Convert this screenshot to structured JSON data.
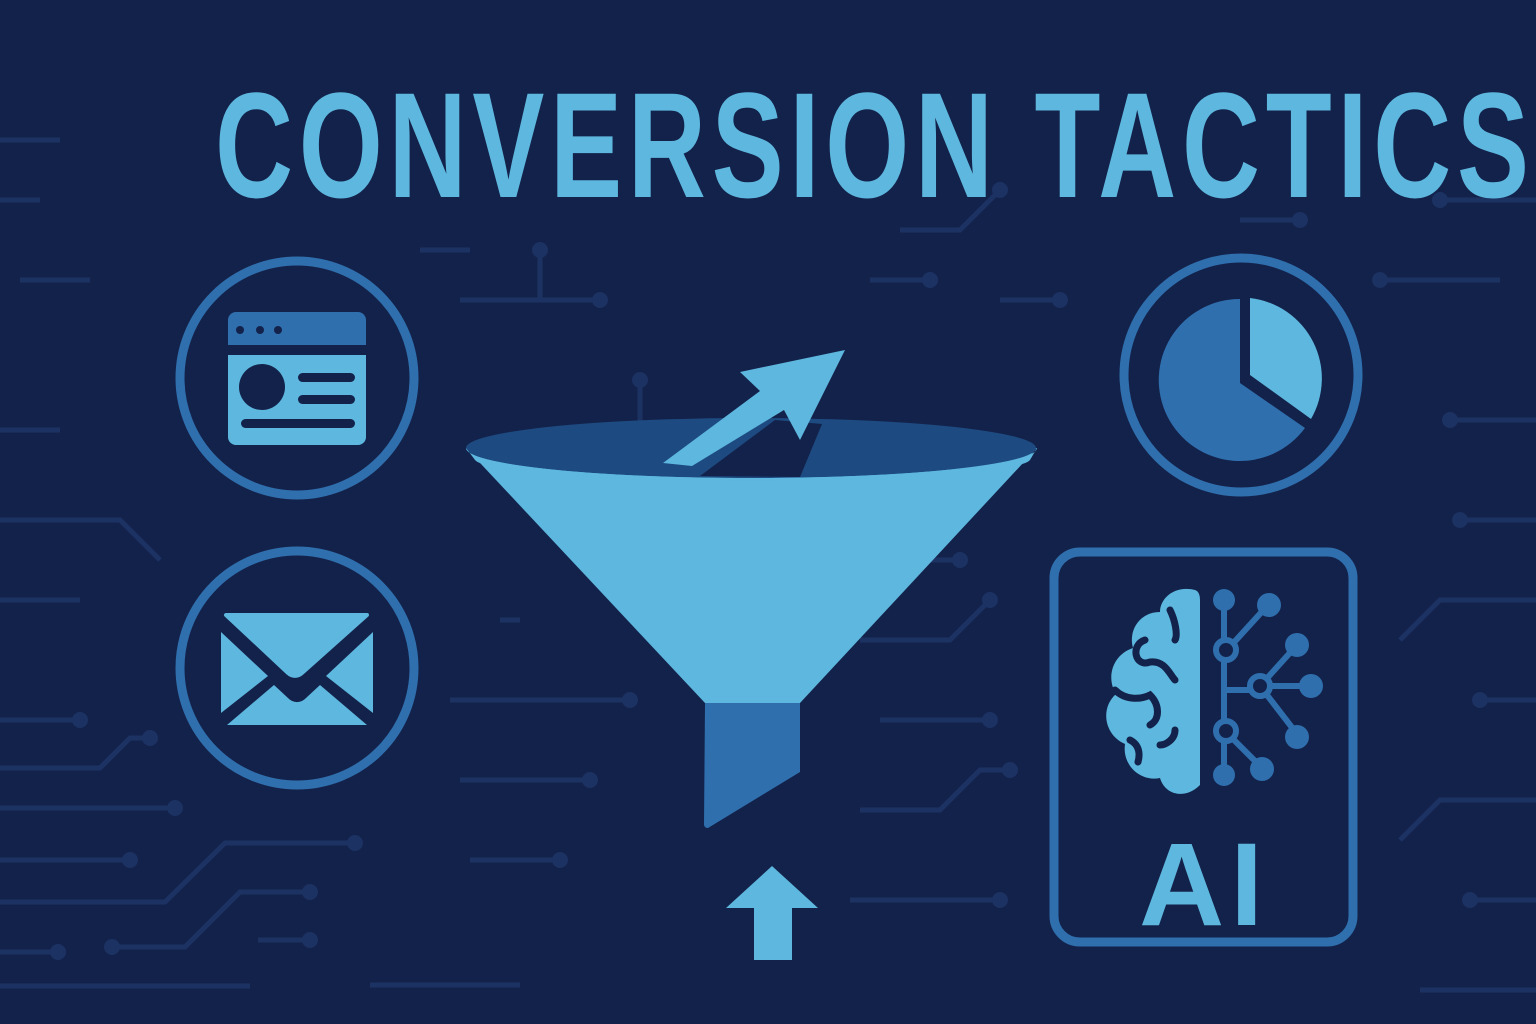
{
  "title": "CONVERSION TACTICS",
  "colors": {
    "background": "#13224a",
    "circuit": "#1c3263",
    "accent_light": "#5db7de",
    "accent_mid": "#2f6fae",
    "accent_dark": "#1d4a80"
  },
  "icons": [
    {
      "name": "landing-page-icon",
      "position": "top-left"
    },
    {
      "name": "email-icon",
      "position": "bottom-left"
    },
    {
      "name": "pie-chart-icon",
      "position": "top-right"
    },
    {
      "name": "ai-brain-icon",
      "position": "bottom-right"
    },
    {
      "name": "funnel-icon",
      "position": "center"
    }
  ],
  "ai_card": {
    "label": "AI"
  }
}
